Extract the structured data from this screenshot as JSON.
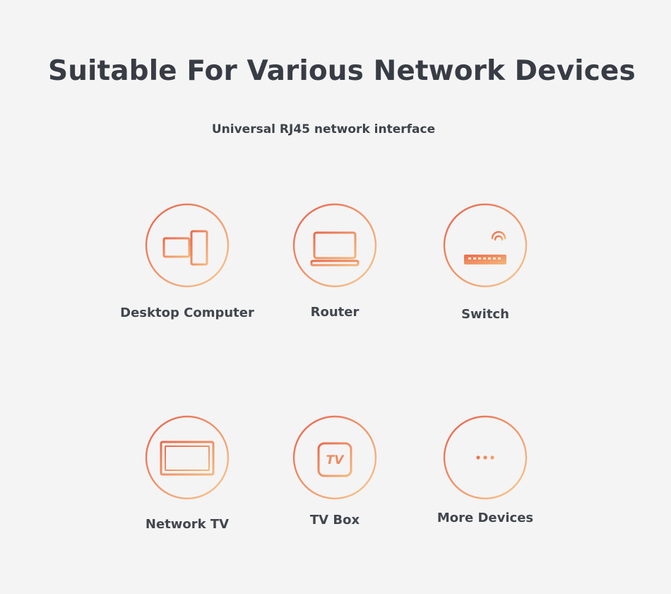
{
  "header": {
    "title": "Suitable For Various Network Devices",
    "subtitle": "Universal RJ45 network interface"
  },
  "colors": {
    "background": "#f4f4f4",
    "gradient_start": "#e9614a",
    "gradient_end": "#f7c98d",
    "text": "#3b3f47"
  },
  "devices": [
    {
      "label": "Desktop Computer",
      "icon": "desktop-computer-icon"
    },
    {
      "label": "Router",
      "icon": "laptop-icon"
    },
    {
      "label": "Switch",
      "icon": "router-wifi-icon"
    },
    {
      "label": "Network TV",
      "icon": "tv-monitor-icon"
    },
    {
      "label": "TV Box",
      "icon": "tv-box-icon",
      "icon_text": "TV"
    },
    {
      "label": "More Devices",
      "icon": "more-dots-icon"
    }
  ]
}
